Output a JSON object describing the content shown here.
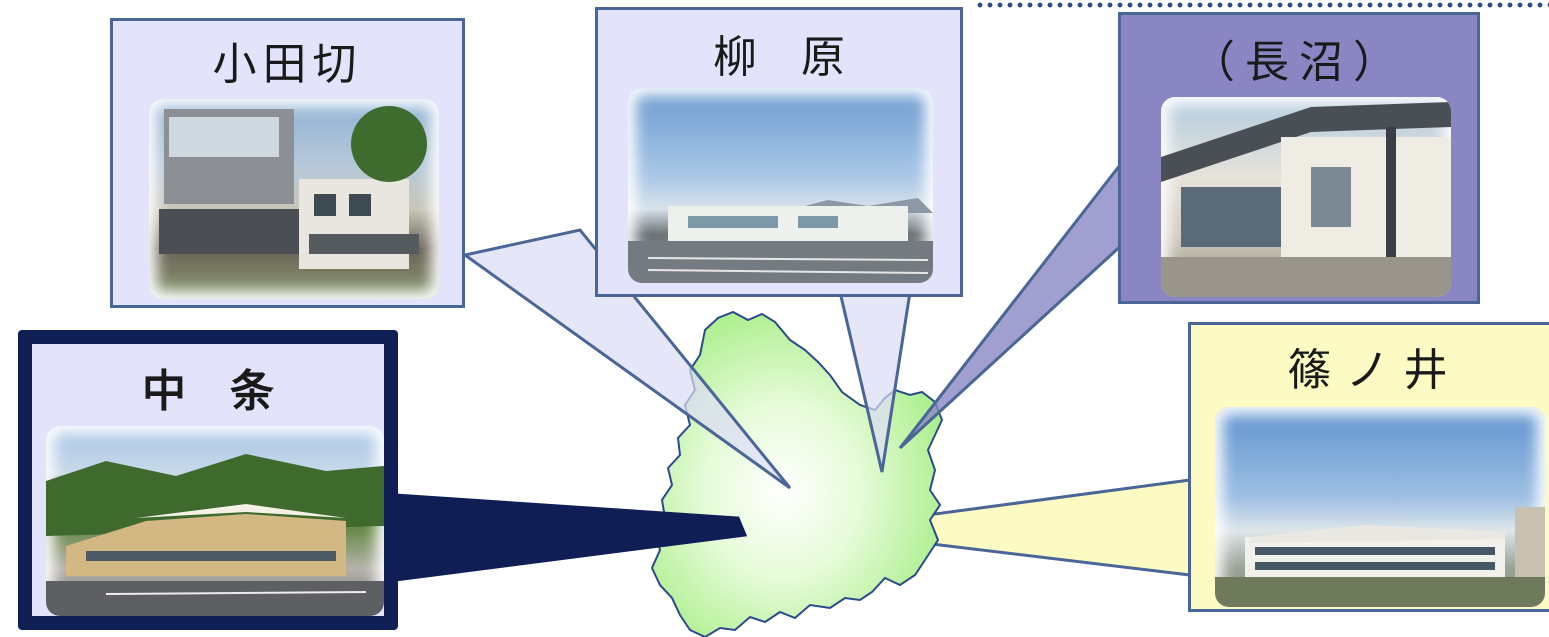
{
  "stations": {
    "odagiri": {
      "name": "小田切"
    },
    "yanagihara": {
      "name": "柳　原"
    },
    "naganuma": {
      "name": "（長沼）"
    },
    "nakajo": {
      "name": "中　条"
    },
    "shinonoi": {
      "name": "篠ノ井"
    }
  },
  "colors": {
    "lavender": "#e3e4fb",
    "purple": "#8a86c4",
    "navy": "#0f1e55",
    "yellow": "#fdfbc4",
    "outline": "#4a6696",
    "map_fill": "#b8f29a",
    "map_stroke": "#2b4a8c"
  }
}
